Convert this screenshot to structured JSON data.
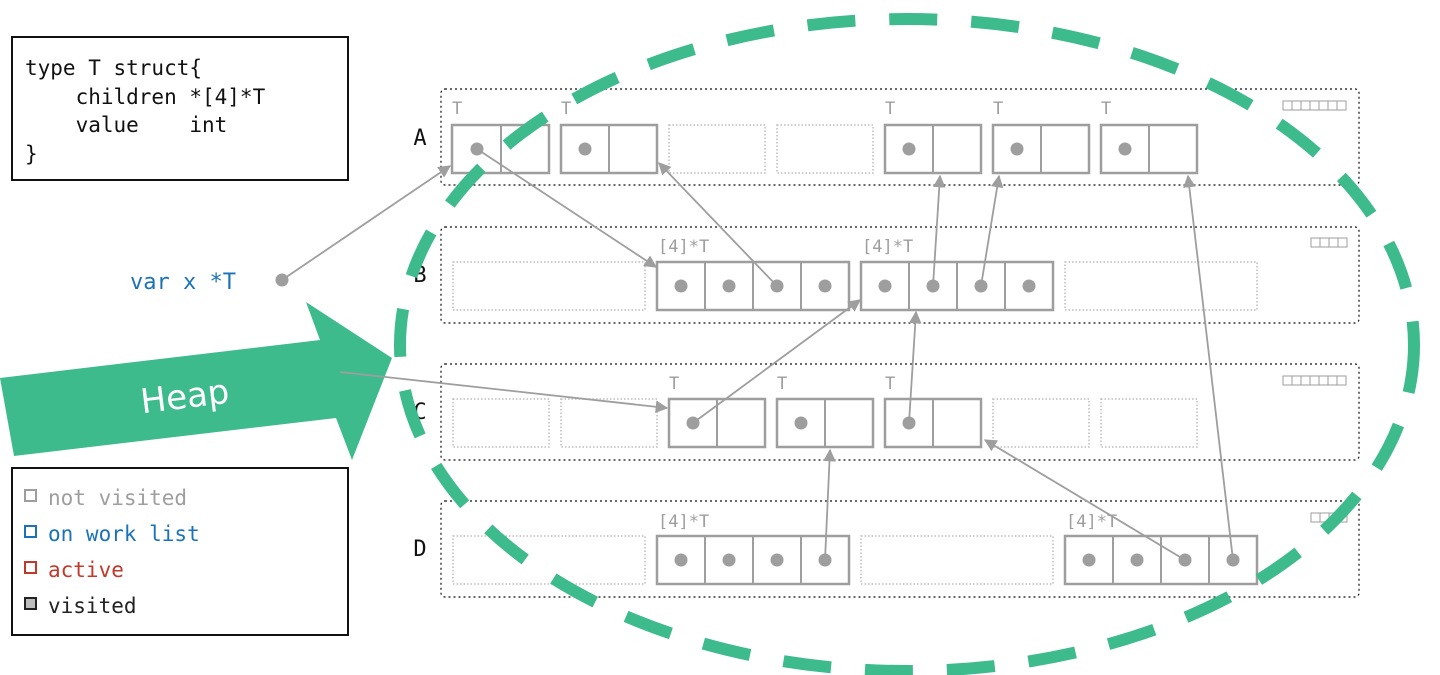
{
  "code_box": {
    "lines": [
      "type T struct{",
      "    children *[4]*T",
      "    value    int",
      "}"
    ]
  },
  "variable": {
    "label": "var x *T"
  },
  "heap_label": "Heap",
  "legend": {
    "items": [
      {
        "label": "not visited",
        "color": "#9e9e9e",
        "fill": "#ffffff"
      },
      {
        "label": "on work list",
        "color": "#1a73b8",
        "fill": "#ffffff"
      },
      {
        "label": "active",
        "color": "#c0392b",
        "fill": "#ffffff"
      },
      {
        "label": "visited",
        "color": "#222222",
        "fill": "#bdbdbd"
      }
    ]
  },
  "rows": [
    {
      "label": "A"
    },
    {
      "label": "B"
    },
    {
      "label": "C"
    },
    {
      "label": "D"
    }
  ],
  "type_labels": {
    "t": "T",
    "arr": "[4]*T"
  },
  "colors": {
    "accent_green": "#3dbb8c",
    "object_stroke": "#9e9e9e",
    "var_blue": "#1a73b8",
    "text_dark": "#111111",
    "label_gray": "#9e9e9e"
  }
}
